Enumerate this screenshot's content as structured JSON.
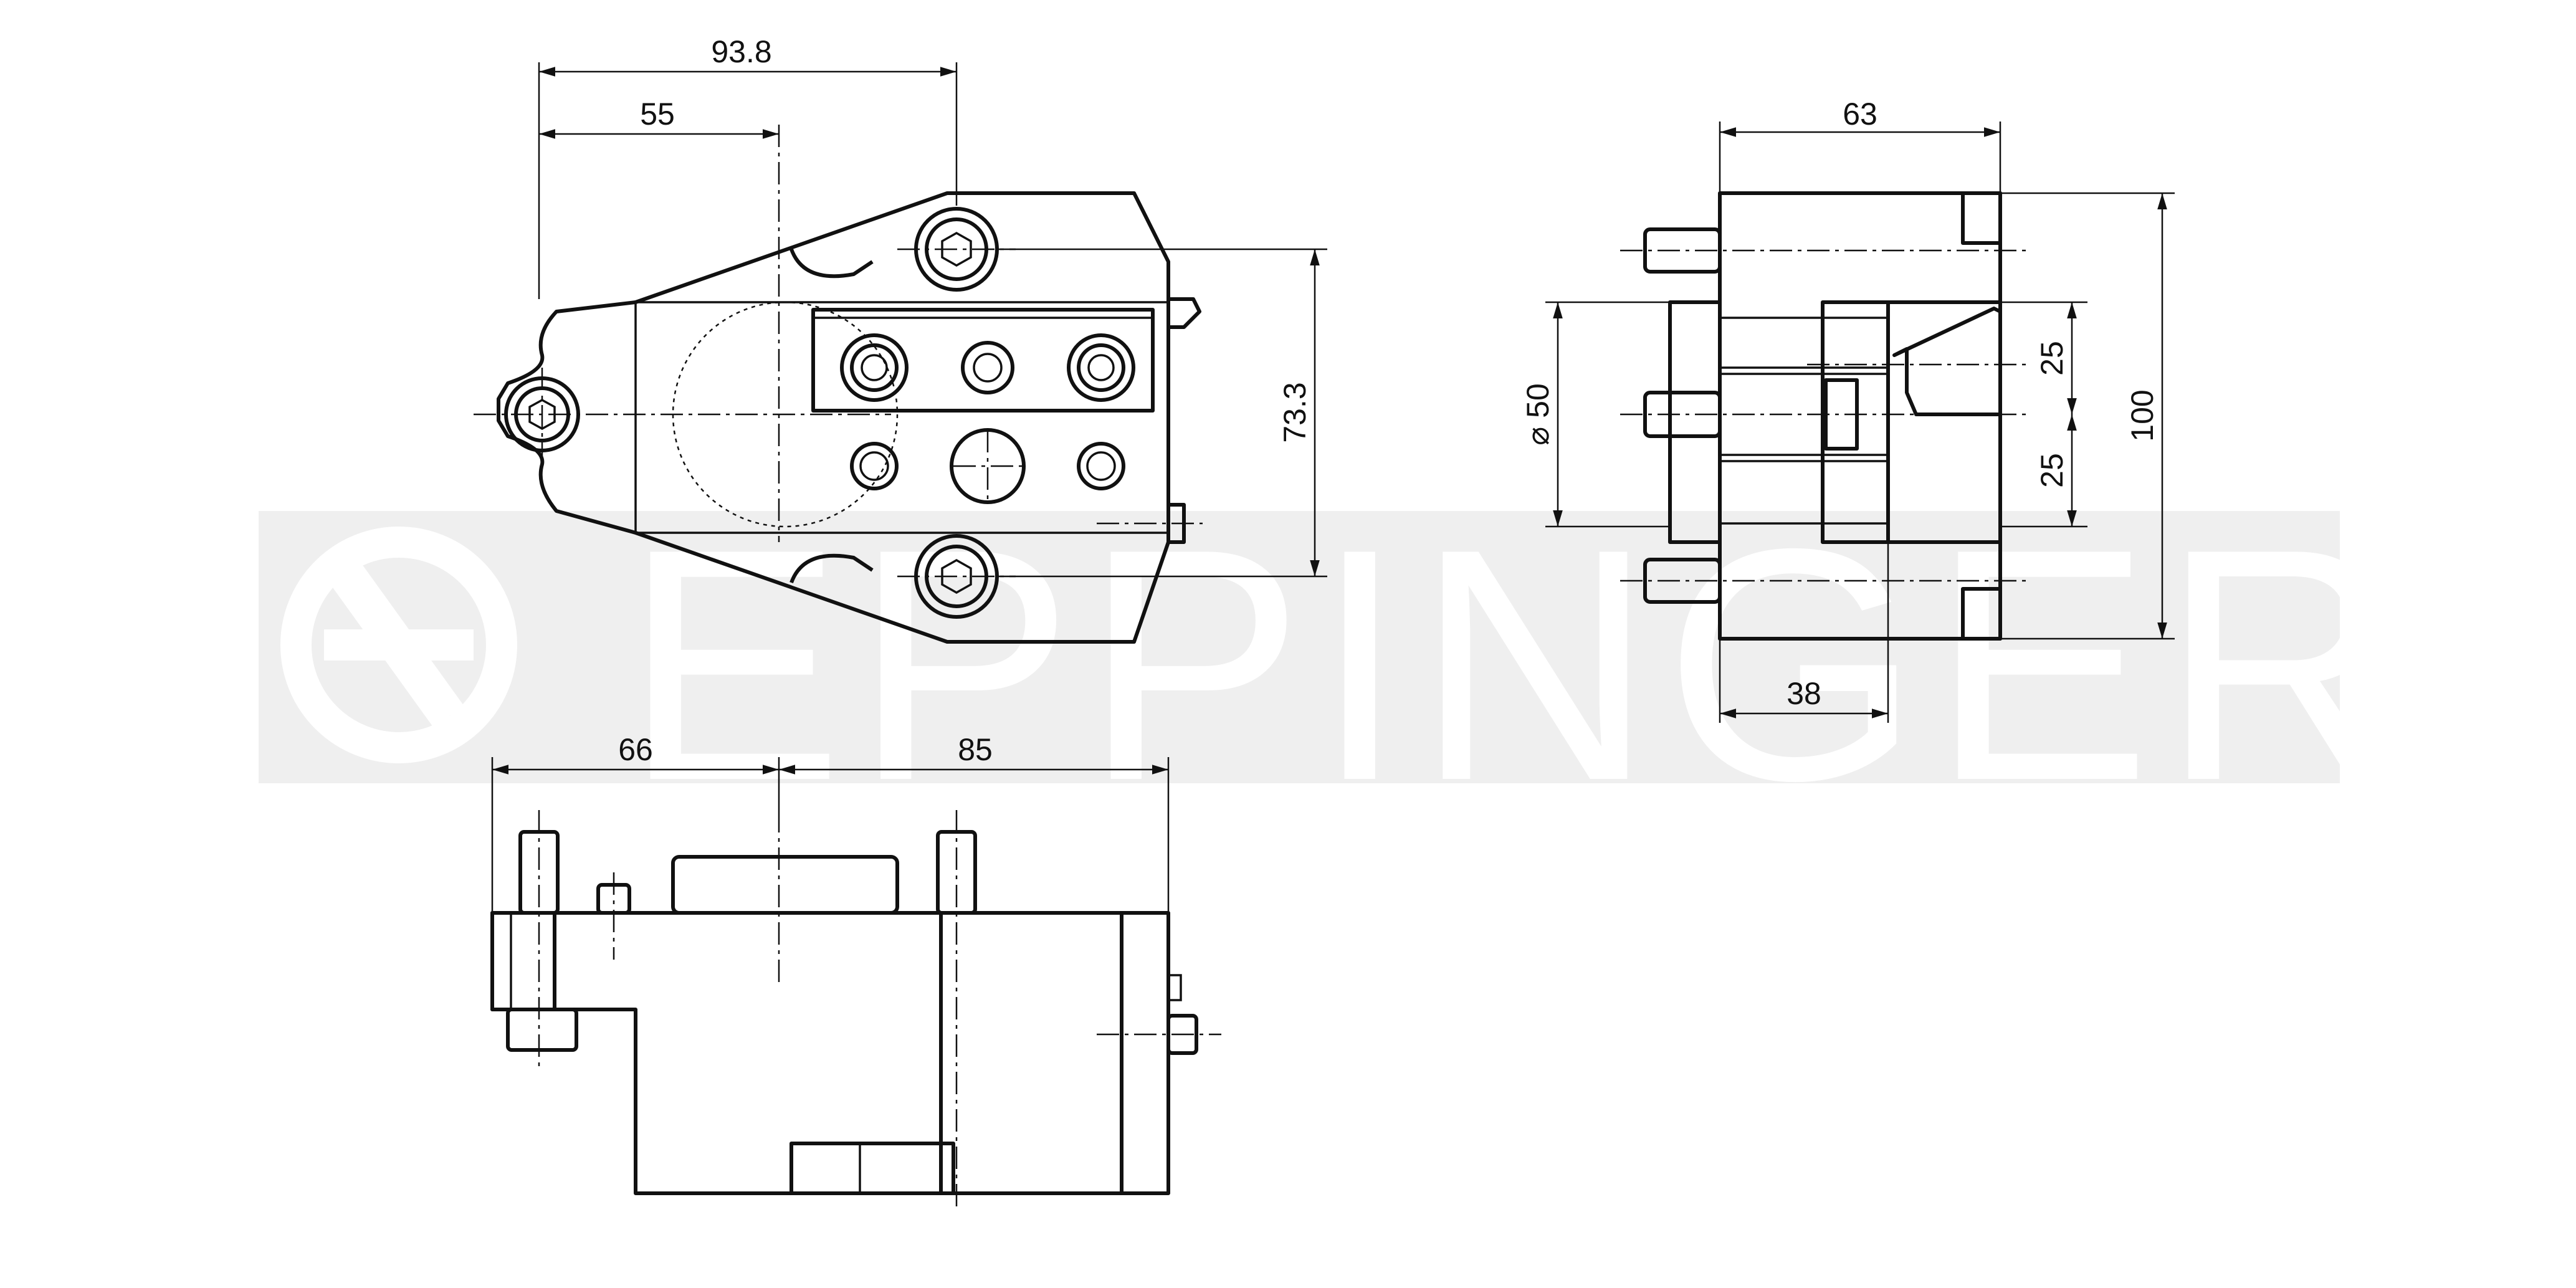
{
  "watermark": {
    "text": "EPPINGER",
    "color": "#efefef"
  },
  "dimensions": {
    "top_width_overall": "93.8",
    "top_width_axis": "55",
    "top_height": "73.3",
    "side_width": "63",
    "side_diameter": "⌀ 50",
    "side_offset_upper": "25",
    "side_offset_lower": "25",
    "side_height": "100",
    "side_depth": "38",
    "front_left": "66",
    "front_right": "85"
  }
}
